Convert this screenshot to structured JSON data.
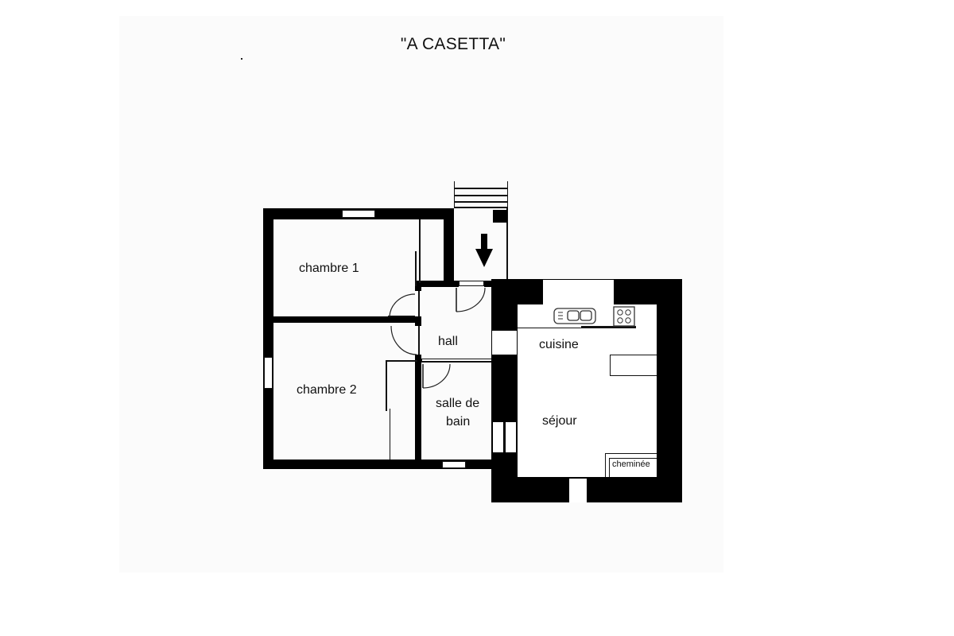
{
  "plan": {
    "title": "\"A CASETTA\"",
    "rooms": {
      "chambre1": "chambre 1",
      "chambre2": "chambre 2",
      "hall": "hall",
      "salle_de_bain_line1": "salle de",
      "salle_de_bain_line2": "bain",
      "cuisine": "cuisine",
      "sejour": "séjour",
      "cheminee": "cheminée"
    },
    "icons": {
      "entrance_arrow": "arrow-down-icon",
      "stairs": "stairs-icon",
      "sink": "sink-icon",
      "stove": "stove-icon"
    },
    "colors": {
      "wall": "#000000",
      "background": "#ffffff"
    }
  }
}
